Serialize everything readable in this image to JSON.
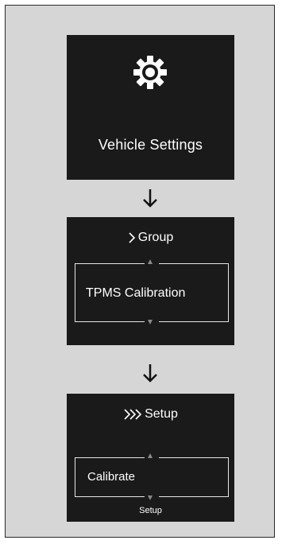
{
  "screens": {
    "vehicle_settings": {
      "icon": "gear-icon",
      "title": "Vehicle Settings"
    },
    "group": {
      "crumb": "Group",
      "item": "TPMS Calibration"
    },
    "setup": {
      "crumb": "Setup",
      "item": "Calibrate",
      "sub_label": "Setup"
    }
  },
  "colors": {
    "screen_bg": "#1a1a1a",
    "panel_bg": "#d6d6d6",
    "text": "#ffffff"
  }
}
